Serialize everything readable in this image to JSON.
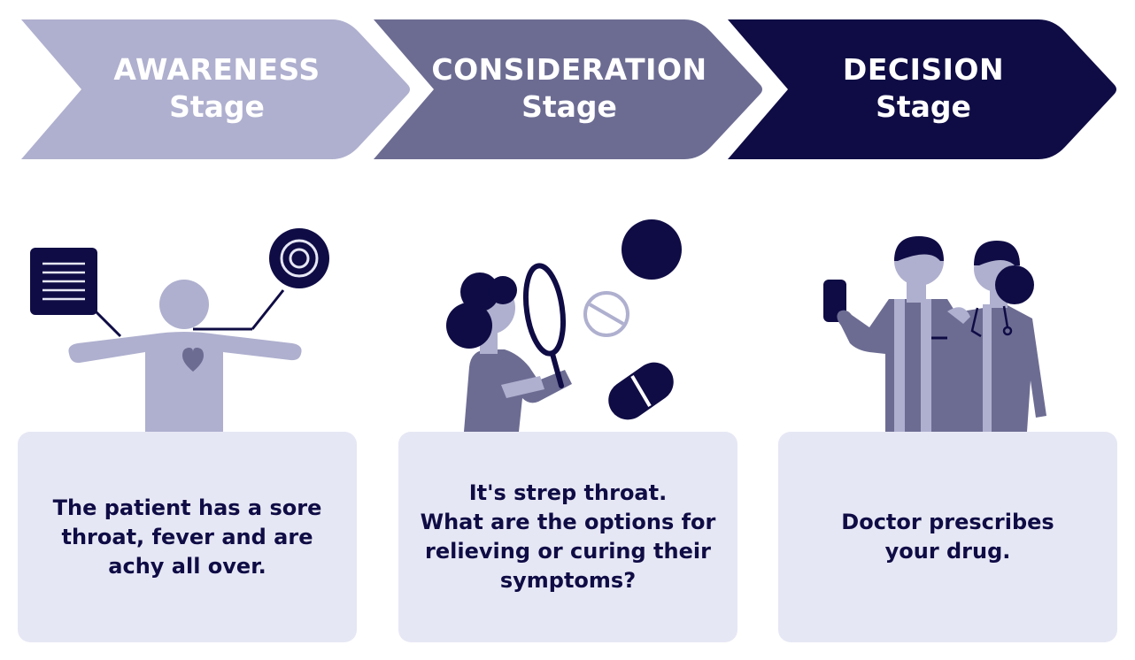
{
  "stages": [
    {
      "name": "AWARENESS",
      "sub": "Stage",
      "color": "#afb0cf"
    },
    {
      "name": "CONSIDERATION",
      "sub": "Stage",
      "color": "#6c6c93"
    },
    {
      "name": "DECISION",
      "sub": "Stage",
      "color": "#0f0c45"
    }
  ],
  "cards": [
    {
      "text": "The patient has a sore\nthroat, fever and are\nachy all over."
    },
    {
      "text": "It's strep throat.\nWhat are the options for\nrelieving or curing their\nsymptoms?"
    },
    {
      "text": "Doctor prescribes\nyour drug."
    }
  ],
  "icons": {
    "awareness": [
      "document-icon",
      "target-icon",
      "person-icon",
      "heart-icon"
    ],
    "consideration": [
      "woman-icon",
      "magnifying-glass-icon",
      "pill-icon",
      "tablet-icon",
      "capsule-icon"
    ],
    "decision": [
      "phone-icon",
      "doctor-icon"
    ]
  },
  "colors": {
    "light": "#afb0cf",
    "mid": "#6c6c93",
    "dark": "#0f0c45",
    "card": "#e6e7f4"
  }
}
